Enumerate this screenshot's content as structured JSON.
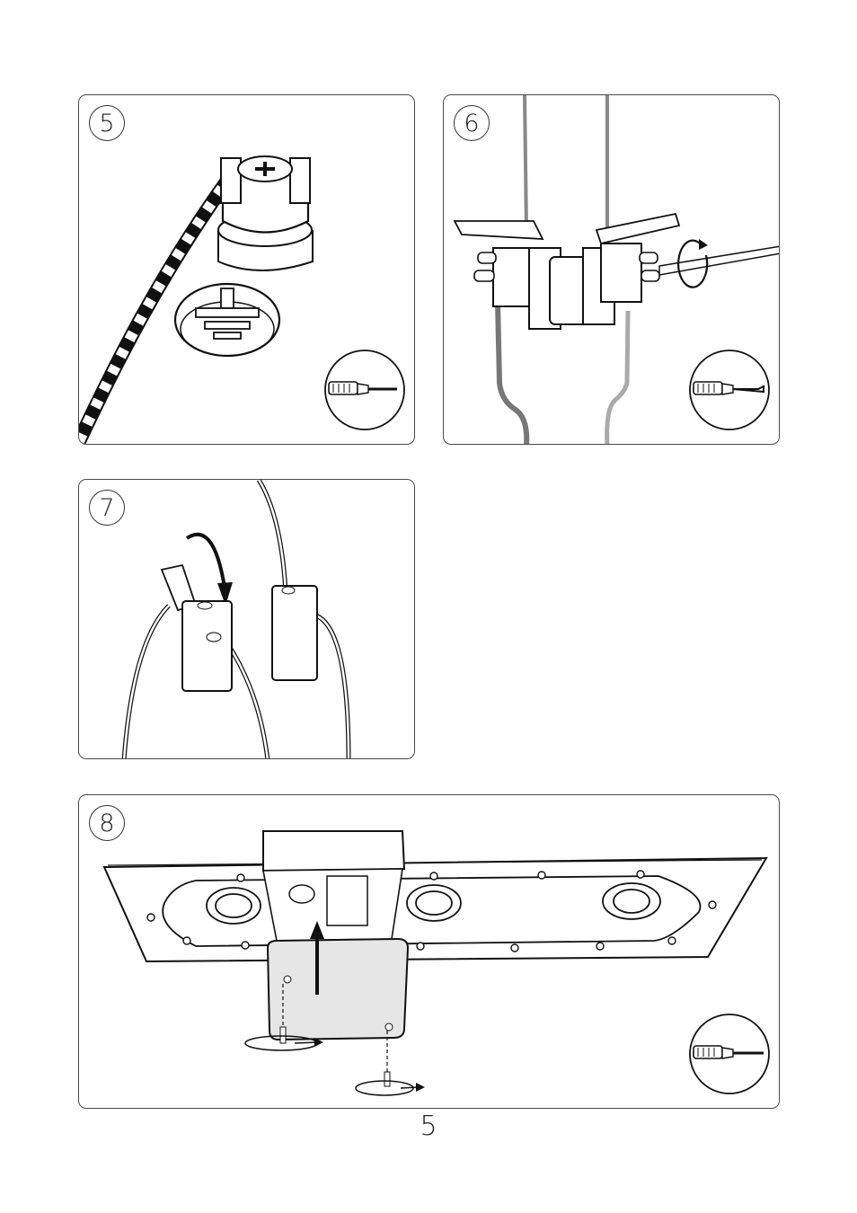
{
  "steps": [
    {
      "number": "5",
      "tool_icon": "screwdriver-icon"
    },
    {
      "number": "6",
      "tool_icon": "screwdriver-icon"
    },
    {
      "number": "7"
    },
    {
      "number": "8",
      "tool_icon": "screwdriver-icon"
    }
  ],
  "page_number": "5"
}
